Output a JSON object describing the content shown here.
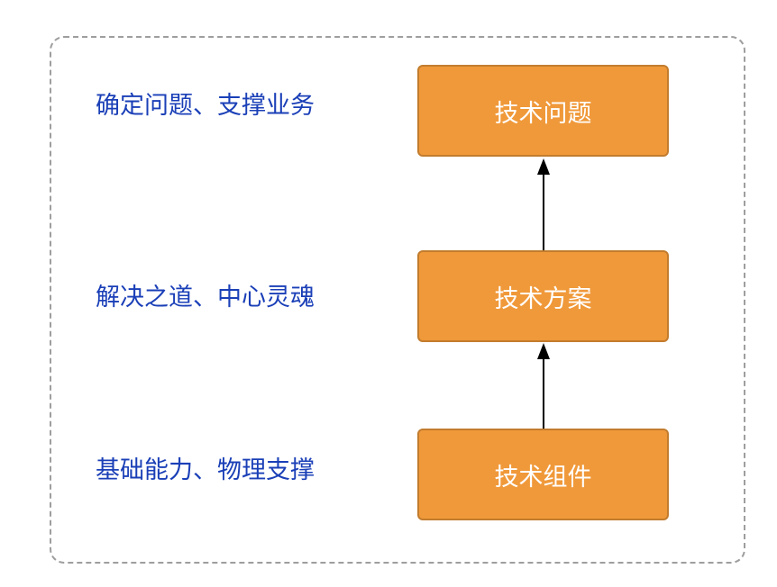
{
  "labels": {
    "top": "确定问题、支撑业务",
    "middle": "解决之道、中心灵魂",
    "bottom": "基础能力、物理支撑"
  },
  "boxes": {
    "top": "技术问题",
    "middle": "技术方案",
    "bottom": "技术组件"
  },
  "colors": {
    "box_fill": "#f0993a",
    "label_text": "#1a3fb7",
    "arrow": "#000000"
  }
}
